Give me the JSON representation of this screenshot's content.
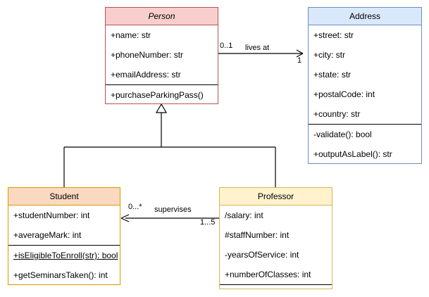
{
  "diagram": {
    "type": "uml-class-diagram",
    "classes": [
      {
        "id": "person",
        "name": "Person",
        "abstract": true,
        "fill": "#f8cecc",
        "stroke": "#b85450",
        "attributes": [
          "+name: str",
          "+phoneNumber: str",
          "+emailAddress: str"
        ],
        "methods": [
          "+purchaseParkingPass()"
        ]
      },
      {
        "id": "address",
        "name": "Address",
        "abstract": false,
        "fill": "#dae8fc",
        "stroke": "#6c8ebf",
        "attributes": [
          "+street: str",
          "+city: str",
          "+state: str",
          "+postalCode: int",
          "+country: str"
        ],
        "methods": [
          "-validate(): bool",
          "+outputAsLabel(): str"
        ]
      },
      {
        "id": "student",
        "name": "Student",
        "abstract": false,
        "fill": "#fad9c0",
        "stroke": "#d79b00",
        "attributes": [
          "+studentNumber: int",
          "+averageMark: int"
        ],
        "methods": [
          "+isEligibleToEnroll(str): bool",
          "+getSeminarsTaken(): int"
        ],
        "static_methods": [
          "+isEligibleToEnroll(str): bool"
        ]
      },
      {
        "id": "professor",
        "name": "Professor",
        "abstract": false,
        "fill": "#fff2cc",
        "stroke": "#d6b656",
        "attributes": [
          "/salary: int",
          "#staffNumber: int",
          "-yearsOfService: int",
          "+numberOfClasses: int"
        ],
        "methods": []
      }
    ],
    "relationships": [
      {
        "id": "lives-at",
        "kind": "association",
        "source": "person",
        "target": "address",
        "label": "lives at",
        "source_multiplicity": "0..1",
        "target_multiplicity": "1"
      },
      {
        "id": "supervises",
        "kind": "association",
        "source": "professor",
        "target": "student",
        "label": "supervises",
        "source_multiplicity": "1...5",
        "target_multiplicity": "0...*"
      },
      {
        "id": "student-inherits-person",
        "kind": "generalization",
        "source": "student",
        "target": "person",
        "label": ""
      },
      {
        "id": "professor-inherits-person",
        "kind": "generalization",
        "source": "professor",
        "target": "person",
        "label": ""
      }
    ]
  }
}
